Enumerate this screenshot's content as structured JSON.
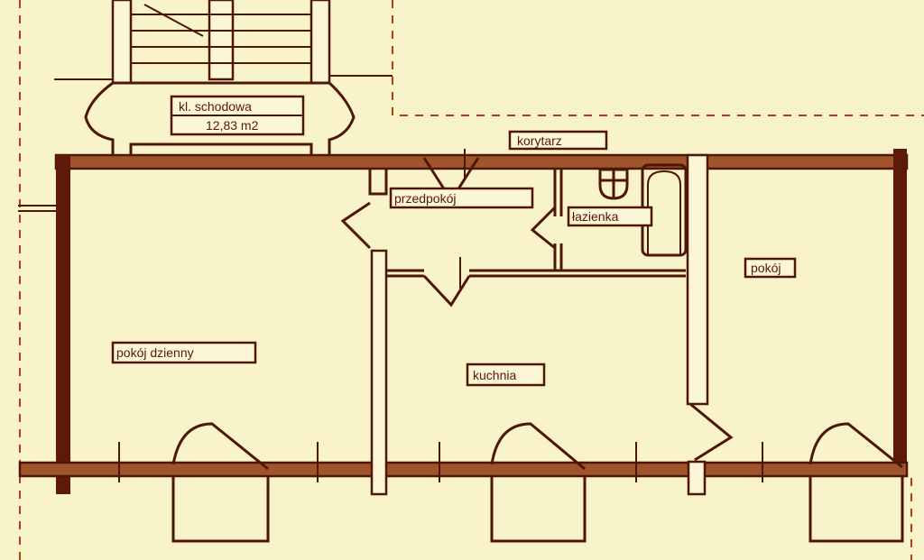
{
  "rooms": {
    "staircase": {
      "name": "kl. schodowa",
      "area": "12,83 m2"
    },
    "corridor": "korytarz",
    "hallway": "przedpokój",
    "bathroom": "łazienka",
    "room": "pokój",
    "living_room": "pokój dzienny",
    "kitchen": "kuchnia"
  },
  "colors": {
    "background": "#f9f3c9",
    "line": "#4e1606",
    "wall": "#a0542a",
    "dashed": "#b0420f"
  }
}
